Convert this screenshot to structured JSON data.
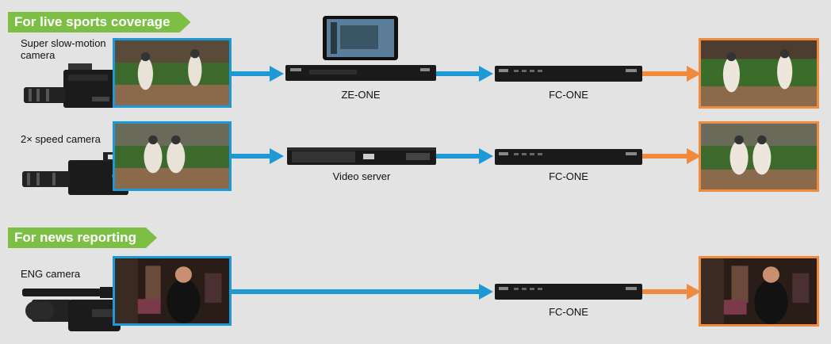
{
  "sections": {
    "sports": "For live sports coverage",
    "news": "For news reporting"
  },
  "sources": {
    "slow_motion": "Super slow-motion\ncamera",
    "speed2x": "2× speed camera",
    "eng": "ENG camera"
  },
  "devices": {
    "ze_one": "ZE-ONE",
    "fc_one_1": "FC-ONE",
    "video_server": "Video server",
    "fc_one_2": "FC-ONE",
    "fc_one_3": "FC-ONE"
  },
  "colors": {
    "section_tag": "#7cbf44",
    "input_frame": "#1d9ad6",
    "input_arrow": "#1d9ad6",
    "output_frame": "#f08a3c",
    "output_arrow": "#f08a3c"
  },
  "icons": [
    "camera-icon",
    "rack-device-icon",
    "tablet-icon"
  ]
}
